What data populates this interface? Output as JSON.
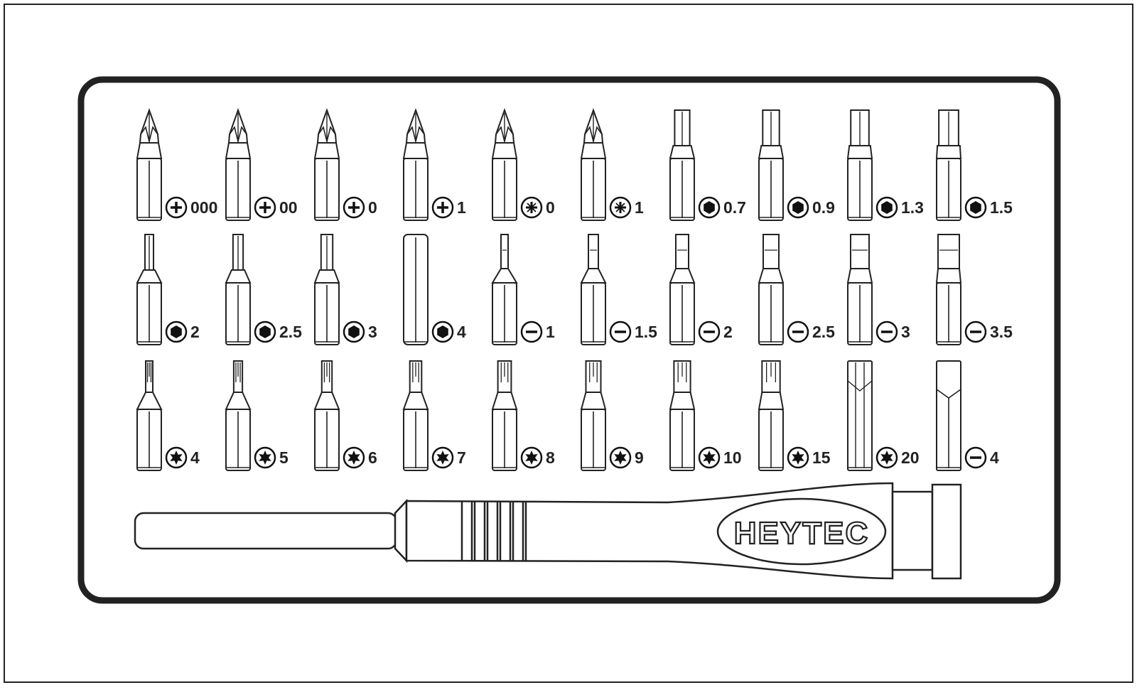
{
  "brand": "HEYTEC",
  "colors": {
    "line": "#222222",
    "fill": "#ffffff",
    "background": "#ffffff"
  },
  "rows": [
    {
      "bits": [
        {
          "tip": "phillips",
          "size": "000"
        },
        {
          "tip": "phillips",
          "size": "00"
        },
        {
          "tip": "phillips",
          "size": "0"
        },
        {
          "tip": "phillips",
          "size": "1"
        },
        {
          "tip": "pozidriv",
          "size": "0"
        },
        {
          "tip": "pozidriv",
          "size": "1"
        },
        {
          "tip": "hex",
          "size": "0.7"
        },
        {
          "tip": "hex",
          "size": "0.9"
        },
        {
          "tip": "hex",
          "size": "1.3"
        },
        {
          "tip": "hex",
          "size": "1.5"
        }
      ]
    },
    {
      "bits": [
        {
          "tip": "hex",
          "size": "2"
        },
        {
          "tip": "hex",
          "size": "2.5"
        },
        {
          "tip": "hex",
          "size": "3"
        },
        {
          "tip": "hex",
          "size": "4"
        },
        {
          "tip": "slotted",
          "size": "1"
        },
        {
          "tip": "slotted",
          "size": "1.5"
        },
        {
          "tip": "slotted",
          "size": "2"
        },
        {
          "tip": "slotted",
          "size": "2.5"
        },
        {
          "tip": "slotted",
          "size": "3"
        },
        {
          "tip": "slotted",
          "size": "3.5"
        }
      ]
    },
    {
      "bits": [
        {
          "tip": "torx",
          "size": "4"
        },
        {
          "tip": "torx",
          "size": "5"
        },
        {
          "tip": "torx",
          "size": "6"
        },
        {
          "tip": "torx",
          "size": "7"
        },
        {
          "tip": "torx",
          "size": "8"
        },
        {
          "tip": "torx",
          "size": "9"
        },
        {
          "tip": "torx",
          "size": "10"
        },
        {
          "tip": "torx",
          "size": "15"
        },
        {
          "tip": "torx",
          "size": "20"
        },
        {
          "tip": "slotted",
          "size": "4"
        }
      ]
    }
  ]
}
